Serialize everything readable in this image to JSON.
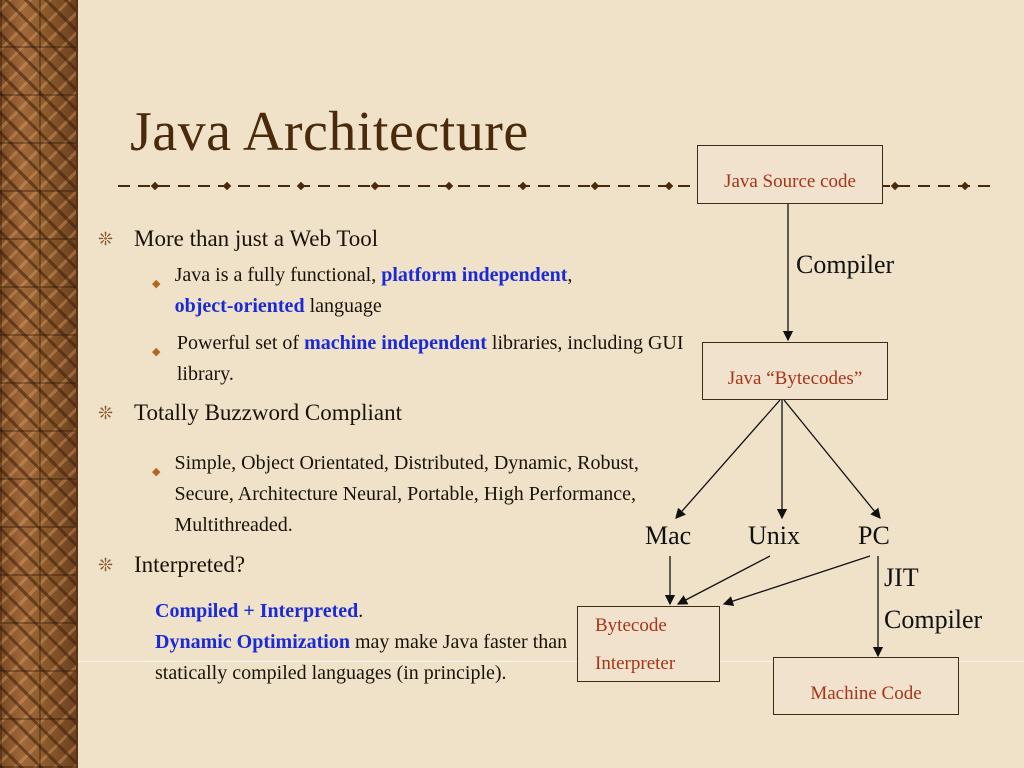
{
  "slide": {
    "title": "Java Architecture",
    "bullets": {
      "b1": "More than just a Web Tool",
      "b1_sub1_a": "Java is a fully functional, ",
      "b1_sub1_hl": "platform independent",
      "b1_sub1_b": ", ",
      "b1_sub1_hl2": "object-oriented",
      "b1_sub1_c": " language",
      "b1_sub2_a": "Powerful set of ",
      "b1_sub2_hl": "machine independent",
      "b1_sub2_b": " libraries, including GUI library.",
      "b2": "Totally Buzzword Compliant",
      "b2_sub1": "Simple, Object Orientated, Distributed, Dynamic, Robust, Secure, Architecture Neural, Portable, High Performance, Multithreaded.",
      "b3": "Interpreted?"
    },
    "note": {
      "hl1": "Compiled + Interpreted",
      "t1": ".",
      "hl2": "Dynamic Optimization",
      "t2": " may make Java faster than statically compiled languages (in principle)."
    }
  },
  "diagram": {
    "source_box": "Java Source code",
    "compiler_label": "Compiler",
    "bytecodes_box": "Java “Bytecodes”",
    "platforms": [
      "Mac",
      "Unix",
      "PC"
    ],
    "jit_label_1": "JIT",
    "jit_label_2": "Compiler",
    "interpreter_box_1": "Bytecode",
    "interpreter_box_2": "Interpreter",
    "machine_code_box": "Machine Code"
  },
  "colors": {
    "background": "#efe2c8",
    "title": "#4a2a0a",
    "highlight": "#1a2ad8",
    "box_text": "#a8341a"
  }
}
